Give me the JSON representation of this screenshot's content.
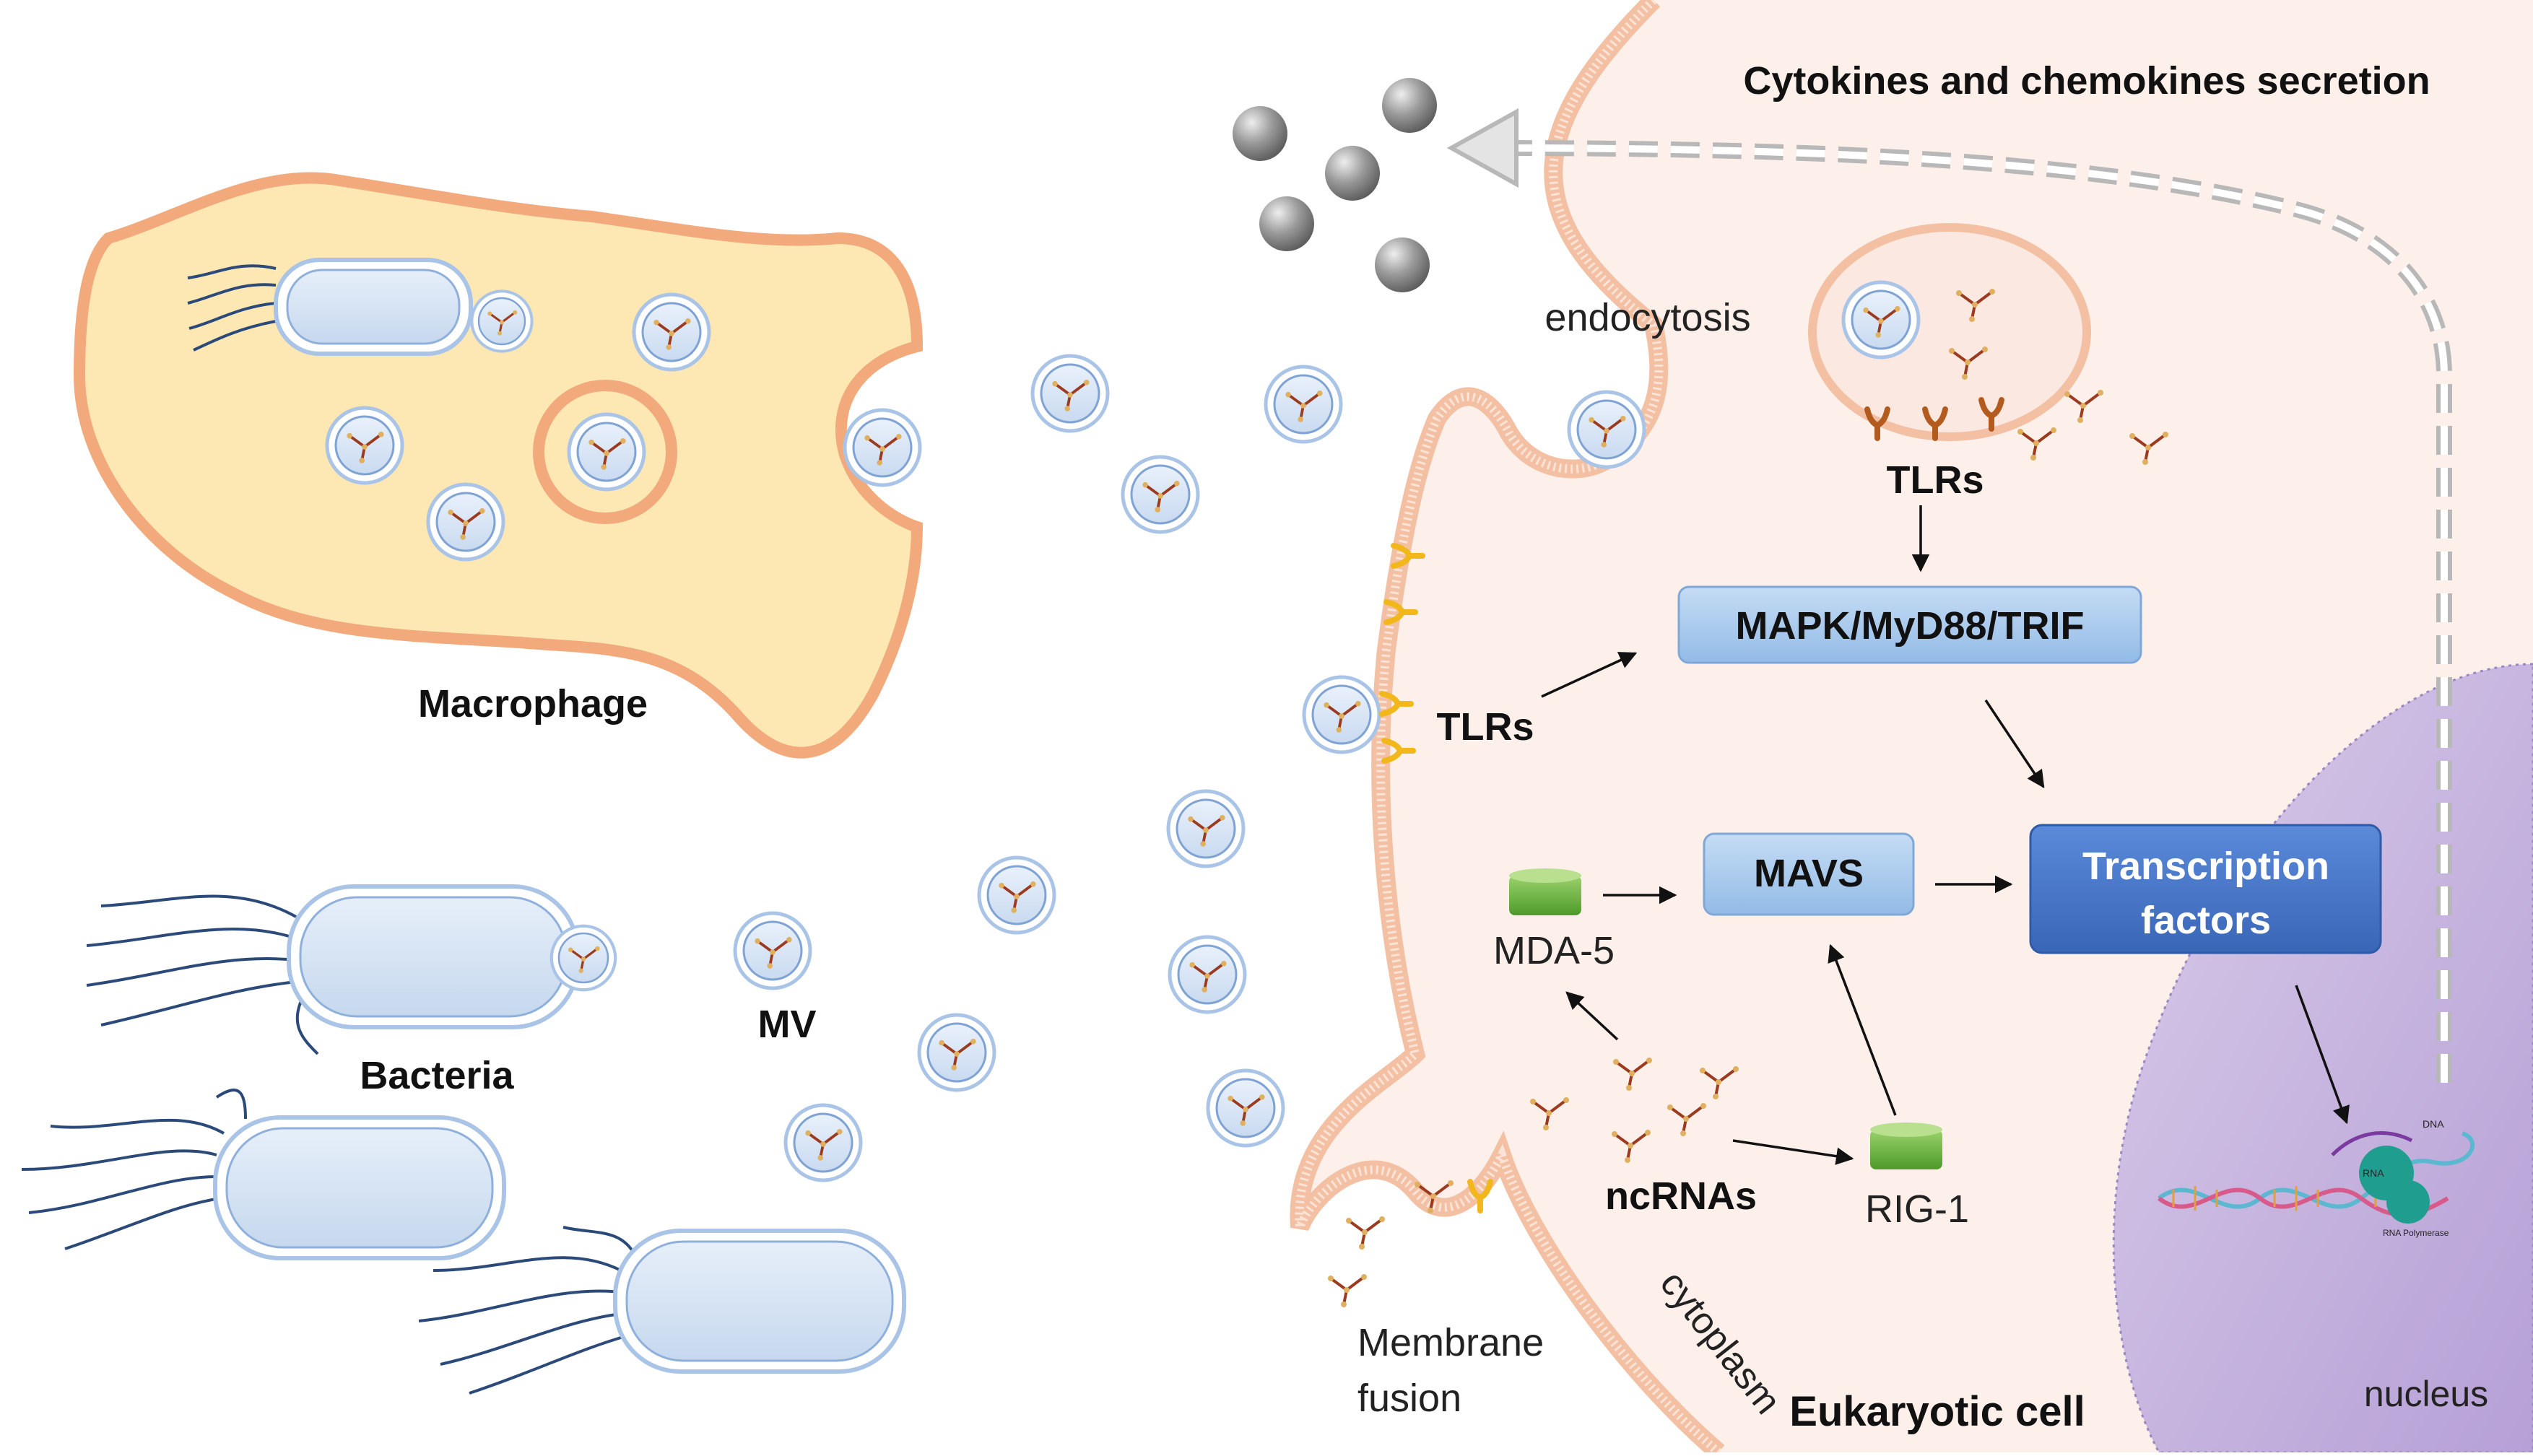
{
  "labels": {
    "macrophage": "Macrophage",
    "bacteria": "Bacteria",
    "mv": "MV",
    "endocytosis": "endocytosis",
    "secretion": "Cytokines and chemokines secretion",
    "tlrs_vesicle": "TLRs",
    "tlrs_membrane": "TLRs",
    "mda5": "MDA-5",
    "rig1": "RIG-1",
    "ncrnas": "ncRNAs",
    "cytoplasm": "cytoplasm",
    "membrane_fusion_1": "Membrane",
    "membrane_fusion_2": "fusion",
    "eukaryotic_cell": "Eukaryotic cell",
    "nucleus": "nucleus",
    "dna_rna_1": "DNA",
    "dna_rna_2": "RNA",
    "rna_polymerase": "RNA Polymerase"
  },
  "boxes": {
    "mapk": "MAPK/MyD88/TRIF",
    "mavs": "MAVS",
    "tf_line1": "Transcription",
    "tf_line2": "factors"
  },
  "colors": {
    "macrophage_fill": "#fde8b4",
    "macrophage_border": "#f2a97c",
    "cell_fill": "#fdf0ea",
    "membrane": "#f4c0a4",
    "nucleus_fill": "#c7b5dd",
    "box_light": "#a9cbee",
    "box_dark": "#4677cc",
    "receptor_yellow": "#f2b71b",
    "receptor_brown": "#b35a1f",
    "sensor_green": "#6db33f",
    "vesicle": "#a9c4e6",
    "rna": "#9b3a1f",
    "cytokine": "#888888"
  }
}
